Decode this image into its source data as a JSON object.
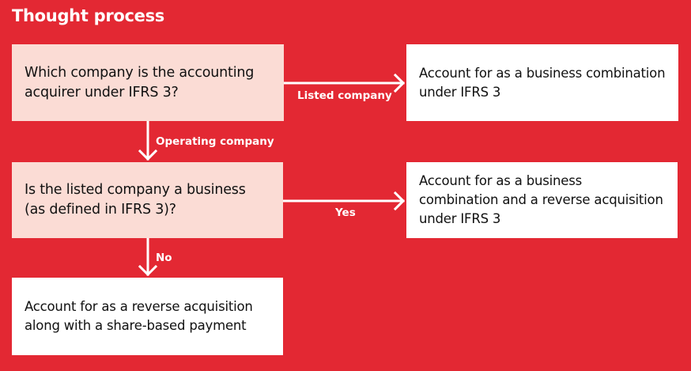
{
  "title": "Thought process",
  "colors": {
    "background": "#e32833",
    "question_box": "#fbdcd5",
    "result_box": "#ffffff",
    "arrow": "#ffffff"
  },
  "nodes": {
    "q1": "Which company is the accounting acquirer under IFRS 3?",
    "r1": "Account for as a business combination under IFRS 3",
    "q2": "Is the listed company a business (as defined in IFRS 3)?",
    "r2": "Account for as a business combination and a reverse acquisition under IFRS 3",
    "r3": "Account for as a reverse acquisition along with a share-based payment"
  },
  "edges": {
    "q1_r1": "Listed company",
    "q1_q2": "Operating company",
    "q2_r2": "Yes",
    "q2_r3": "No"
  }
}
